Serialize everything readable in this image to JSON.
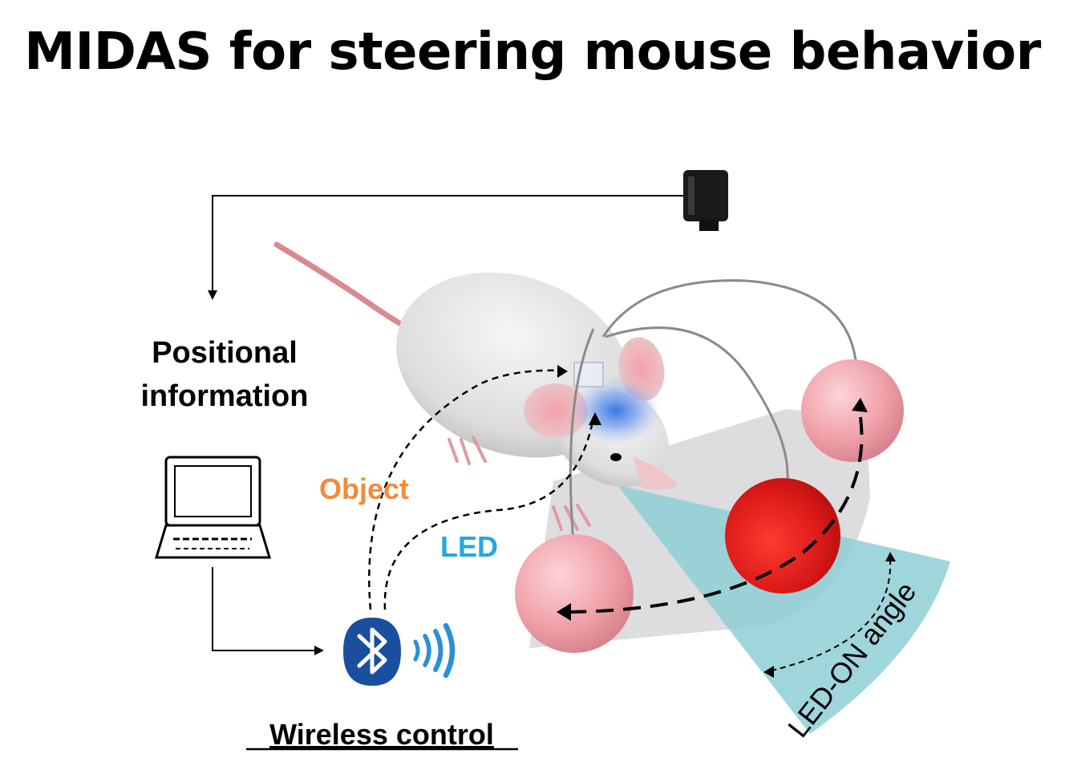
{
  "title": "MIDAS for steering mouse behavior",
  "labels": {
    "positional_line1": "Positional",
    "positional_line2": "information",
    "object": "Object",
    "led": "LED",
    "wireless": "Wireless control",
    "led_on_angle": "LED-ON angle"
  },
  "icons": {
    "camera": "camera-icon",
    "laptop": "laptop-icon",
    "bluetooth": "bluetooth-icon",
    "signal": "wireless-signal-icon"
  },
  "colors": {
    "object_label": "#f08c3c",
    "led_label": "#22a8e0",
    "bluetooth": "#1a4fa0",
    "led_cone": "#8ecfd6",
    "red_object": "#e02020",
    "pink_object": "#f2a6ad"
  }
}
